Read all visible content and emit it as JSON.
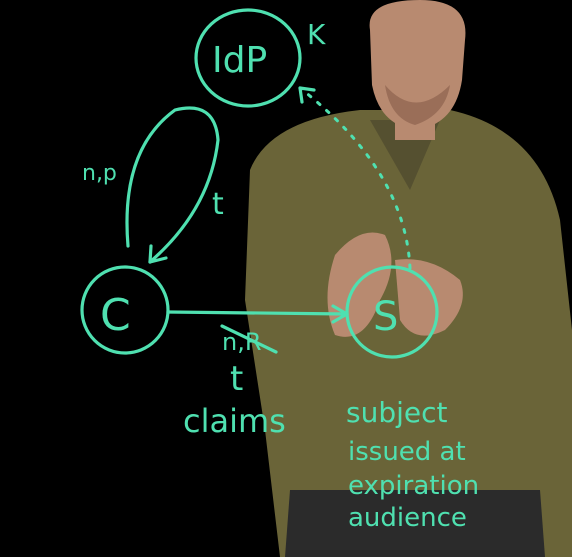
{
  "diagram": {
    "nodes": {
      "idp": {
        "label": "IdP",
        "tag": "K"
      },
      "client": {
        "label": "C"
      },
      "server": {
        "label": "S"
      }
    },
    "edges": {
      "loop_label_top": "n,p",
      "loop_label_bottom": "t",
      "client_to_server_struck": "n,R",
      "client_to_server_token": "t",
      "client_to_server_note": "claims"
    },
    "claims_list": [
      "subject",
      "issued at",
      "expiration",
      "audience"
    ]
  },
  "colors": {
    "ink": "#4fe0b0",
    "background": "#000000",
    "shirt": "#6a6438"
  }
}
